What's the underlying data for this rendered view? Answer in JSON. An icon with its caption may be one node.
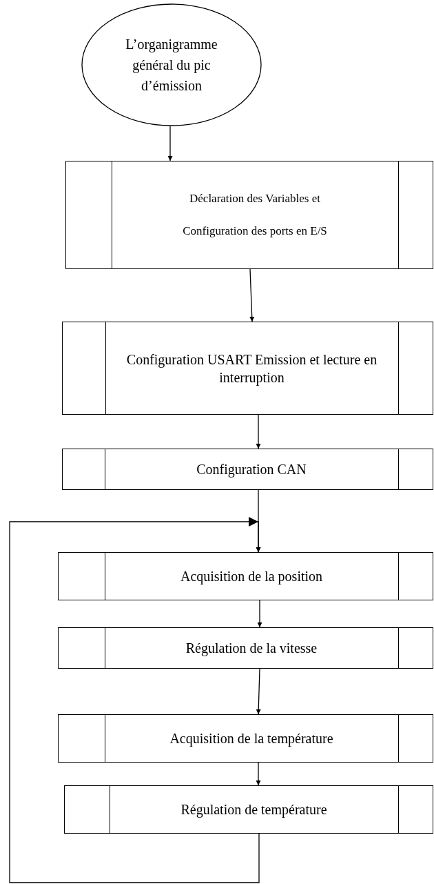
{
  "diagram": {
    "nodes": [
      {
        "text": [
          "L’organigramme général du pic d’émission"
        ]
      },
      {
        "text": [
          "Déclaration des Variables et",
          "Configuration des ports en E/S"
        ]
      },
      {
        "text": [
          "Configuration USART Emission et lecture en interruption"
        ]
      },
      {
        "text": [
          "Configuration CAN"
        ]
      },
      {
        "text": [
          "Acquisition de la position"
        ]
      },
      {
        "text": [
          "Régulation de la vitesse"
        ]
      },
      {
        "text": [
          "Acquisition de la température"
        ]
      },
      {
        "text": [
          "Régulation de température"
        ]
      }
    ],
    "edges": [
      {
        "from": 0,
        "to": 1,
        "arrow": "to"
      },
      {
        "from": 1,
        "to": 2,
        "arrow": "to"
      },
      {
        "from": 2,
        "to": 3,
        "arrow": "to"
      },
      {
        "from": 3,
        "to": 4,
        "arrow": "to"
      },
      {
        "from": 4,
        "to": 5,
        "arrow": "to"
      },
      {
        "from": 5,
        "to": 6,
        "arrow": "to"
      },
      {
        "from": 6,
        "to": 7,
        "arrow": "to"
      },
      {
        "from": 7,
        "to": 4,
        "arrow": "to"
      }
    ]
  }
}
